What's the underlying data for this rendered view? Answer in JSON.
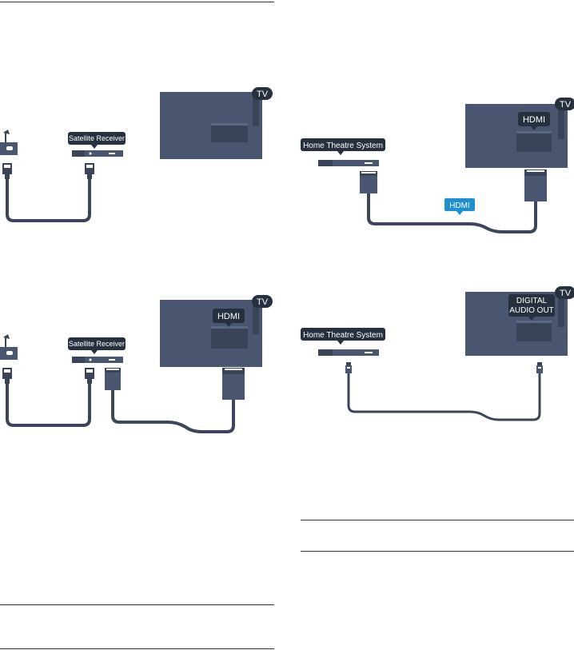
{
  "colors": {
    "device": "#4a5670",
    "device_dark": "#3a4458",
    "screen": "#5a6782",
    "cable": "#3c4559",
    "label_bg": "#26303f",
    "hdmi_badge": "#1e8fd2",
    "text": "#ffffff"
  },
  "diagrams": {
    "top_left": {
      "tv_badge": "TV",
      "device_label": "Satellite Receiver",
      "dish_icon": "satellite-dish-icon"
    },
    "bottom_left": {
      "tv_badge": "TV",
      "port_label": "HDMI",
      "device_label": "Satellite Receiver",
      "dish_icon": "satellite-dish-icon"
    },
    "top_right": {
      "tv_badge": "TV",
      "port_label": "HDMI",
      "device_label": "Home Theatre System",
      "cable_label": "HDMI"
    },
    "bottom_right": {
      "tv_badge": "TV",
      "port_label_line1": "DIGITAL",
      "port_label_line2": "AUDIO OUT",
      "device_label": "Home Theatre System"
    }
  }
}
